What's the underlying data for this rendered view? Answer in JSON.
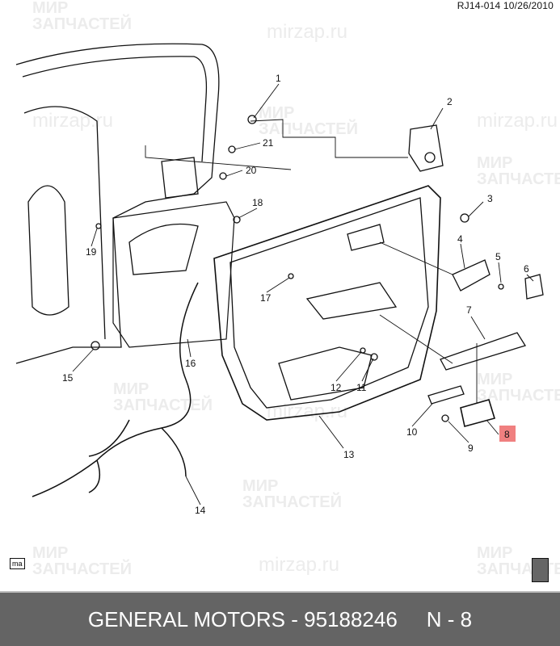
{
  "header": {
    "reference": "RJ14-014  10/26/2010"
  },
  "watermark": {
    "line1": "МИР",
    "line2": "ЗАПЧАСТЕЙ",
    "url": "mirzap.ru"
  },
  "callouts": [
    "1",
    "2",
    "3",
    "4",
    "5",
    "6",
    "7",
    "8",
    "9",
    "10",
    "11",
    "12",
    "13",
    "14",
    "15",
    "16",
    "17",
    "18",
    "19",
    "20",
    "21"
  ],
  "highlighted_callout": "8",
  "highlight_color": "#f08080",
  "corner_badge": "ma",
  "footer": {
    "brand_part": "GENERAL MOTORS - 95188246",
    "position": "N - 8"
  }
}
